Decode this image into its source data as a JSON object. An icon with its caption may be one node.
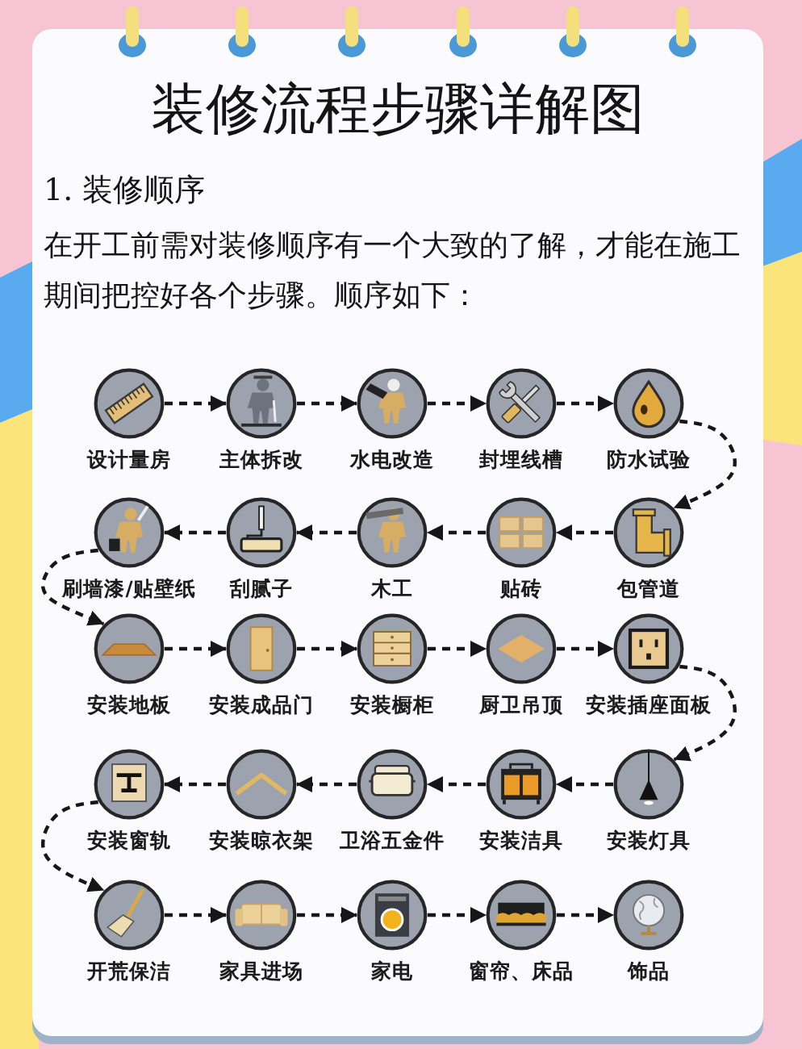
{
  "diagram": {
    "title": "装修流程步骤详解图",
    "nodes": [
      {
        "text": [
          "设计量房"
        ]
      },
      {
        "text": [
          "主体拆改"
        ]
      },
      {
        "text": [
          "水电改造"
        ]
      },
      {
        "text": [
          "封埋线槽"
        ]
      },
      {
        "text": [
          "防水试验"
        ]
      },
      {
        "text": [
          "包管道"
        ]
      },
      {
        "text": [
          "贴砖"
        ]
      },
      {
        "text": [
          "木工"
        ]
      },
      {
        "text": [
          "刮腻子"
        ]
      },
      {
        "text": [
          "刷墙漆/贴壁纸"
        ]
      },
      {
        "text": [
          "安装地板"
        ]
      },
      {
        "text": [
          "安装成品门"
        ]
      },
      {
        "text": [
          "安装橱柜"
        ]
      },
      {
        "text": [
          "厨卫吊顶"
        ]
      },
      {
        "text": [
          "安装插座面板"
        ]
      },
      {
        "text": [
          "安装灯具"
        ]
      },
      {
        "text": [
          "安装洁具"
        ]
      },
      {
        "text": [
          "卫浴五金件"
        ]
      },
      {
        "text": [
          "安装晾衣架"
        ]
      },
      {
        "text": [
          "安装窗轨"
        ]
      },
      {
        "text": [
          "开荒保洁"
        ]
      },
      {
        "text": [
          "家具进场"
        ]
      },
      {
        "text": [
          "家电"
        ]
      },
      {
        "text": [
          "窗帘、床品"
        ]
      },
      {
        "text": [
          "饰品"
        ]
      }
    ],
    "edges": [
      {
        "from": 0,
        "to": 1,
        "arrow": "to",
        "style": "dashed"
      },
      {
        "from": 1,
        "to": 2,
        "arrow": "to",
        "style": "dashed"
      },
      {
        "from": 2,
        "to": 3,
        "arrow": "to",
        "style": "dashed"
      },
      {
        "from": 3,
        "to": 4,
        "arrow": "to",
        "style": "dashed"
      },
      {
        "from": 4,
        "to": 5,
        "arrow": "to",
        "style": "dashed"
      },
      {
        "from": 5,
        "to": 6,
        "arrow": "to",
        "style": "dashed"
      },
      {
        "from": 6,
        "to": 7,
        "arrow": "to",
        "style": "dashed"
      },
      {
        "from": 7,
        "to": 8,
        "arrow": "to",
        "style": "dashed"
      },
      {
        "from": 8,
        "to": 9,
        "arrow": "to",
        "style": "dashed"
      },
      {
        "from": 9,
        "to": 10,
        "arrow": "to",
        "style": "dashed"
      },
      {
        "from": 10,
        "to": 11,
        "arrow": "to",
        "style": "dashed"
      },
      {
        "from": 11,
        "to": 12,
        "arrow": "to",
        "style": "dashed"
      },
      {
        "from": 12,
        "to": 13,
        "arrow": "to",
        "style": "dashed"
      },
      {
        "from": 13,
        "to": 14,
        "arrow": "to",
        "style": "dashed"
      },
      {
        "from": 14,
        "to": 15,
        "arrow": "to",
        "style": "dashed"
      },
      {
        "from": 15,
        "to": 16,
        "arrow": "to",
        "style": "dashed"
      },
      {
        "from": 16,
        "to": 17,
        "arrow": "to",
        "style": "dashed"
      },
      {
        "from": 17,
        "to": 18,
        "arrow": "to",
        "style": "dashed"
      },
      {
        "from": 18,
        "to": 19,
        "arrow": "to",
        "style": "dashed"
      },
      {
        "from": 19,
        "to": 20,
        "arrow": "to",
        "style": "dashed"
      },
      {
        "from": 20,
        "to": 21,
        "arrow": "to",
        "style": "dashed"
      },
      {
        "from": 21,
        "to": 22,
        "arrow": "to",
        "style": "dashed"
      },
      {
        "from": 22,
        "to": 23,
        "arrow": "to",
        "style": "dashed"
      },
      {
        "from": 23,
        "to": 24,
        "arrow": "to",
        "style": "dashed"
      }
    ],
    "labels": [
      "1. 装修顺序",
      "在开工前需对装修顺序有一个大致的了解，才能在施工期间把控好各个步骤。顺序如下："
    ]
  }
}
